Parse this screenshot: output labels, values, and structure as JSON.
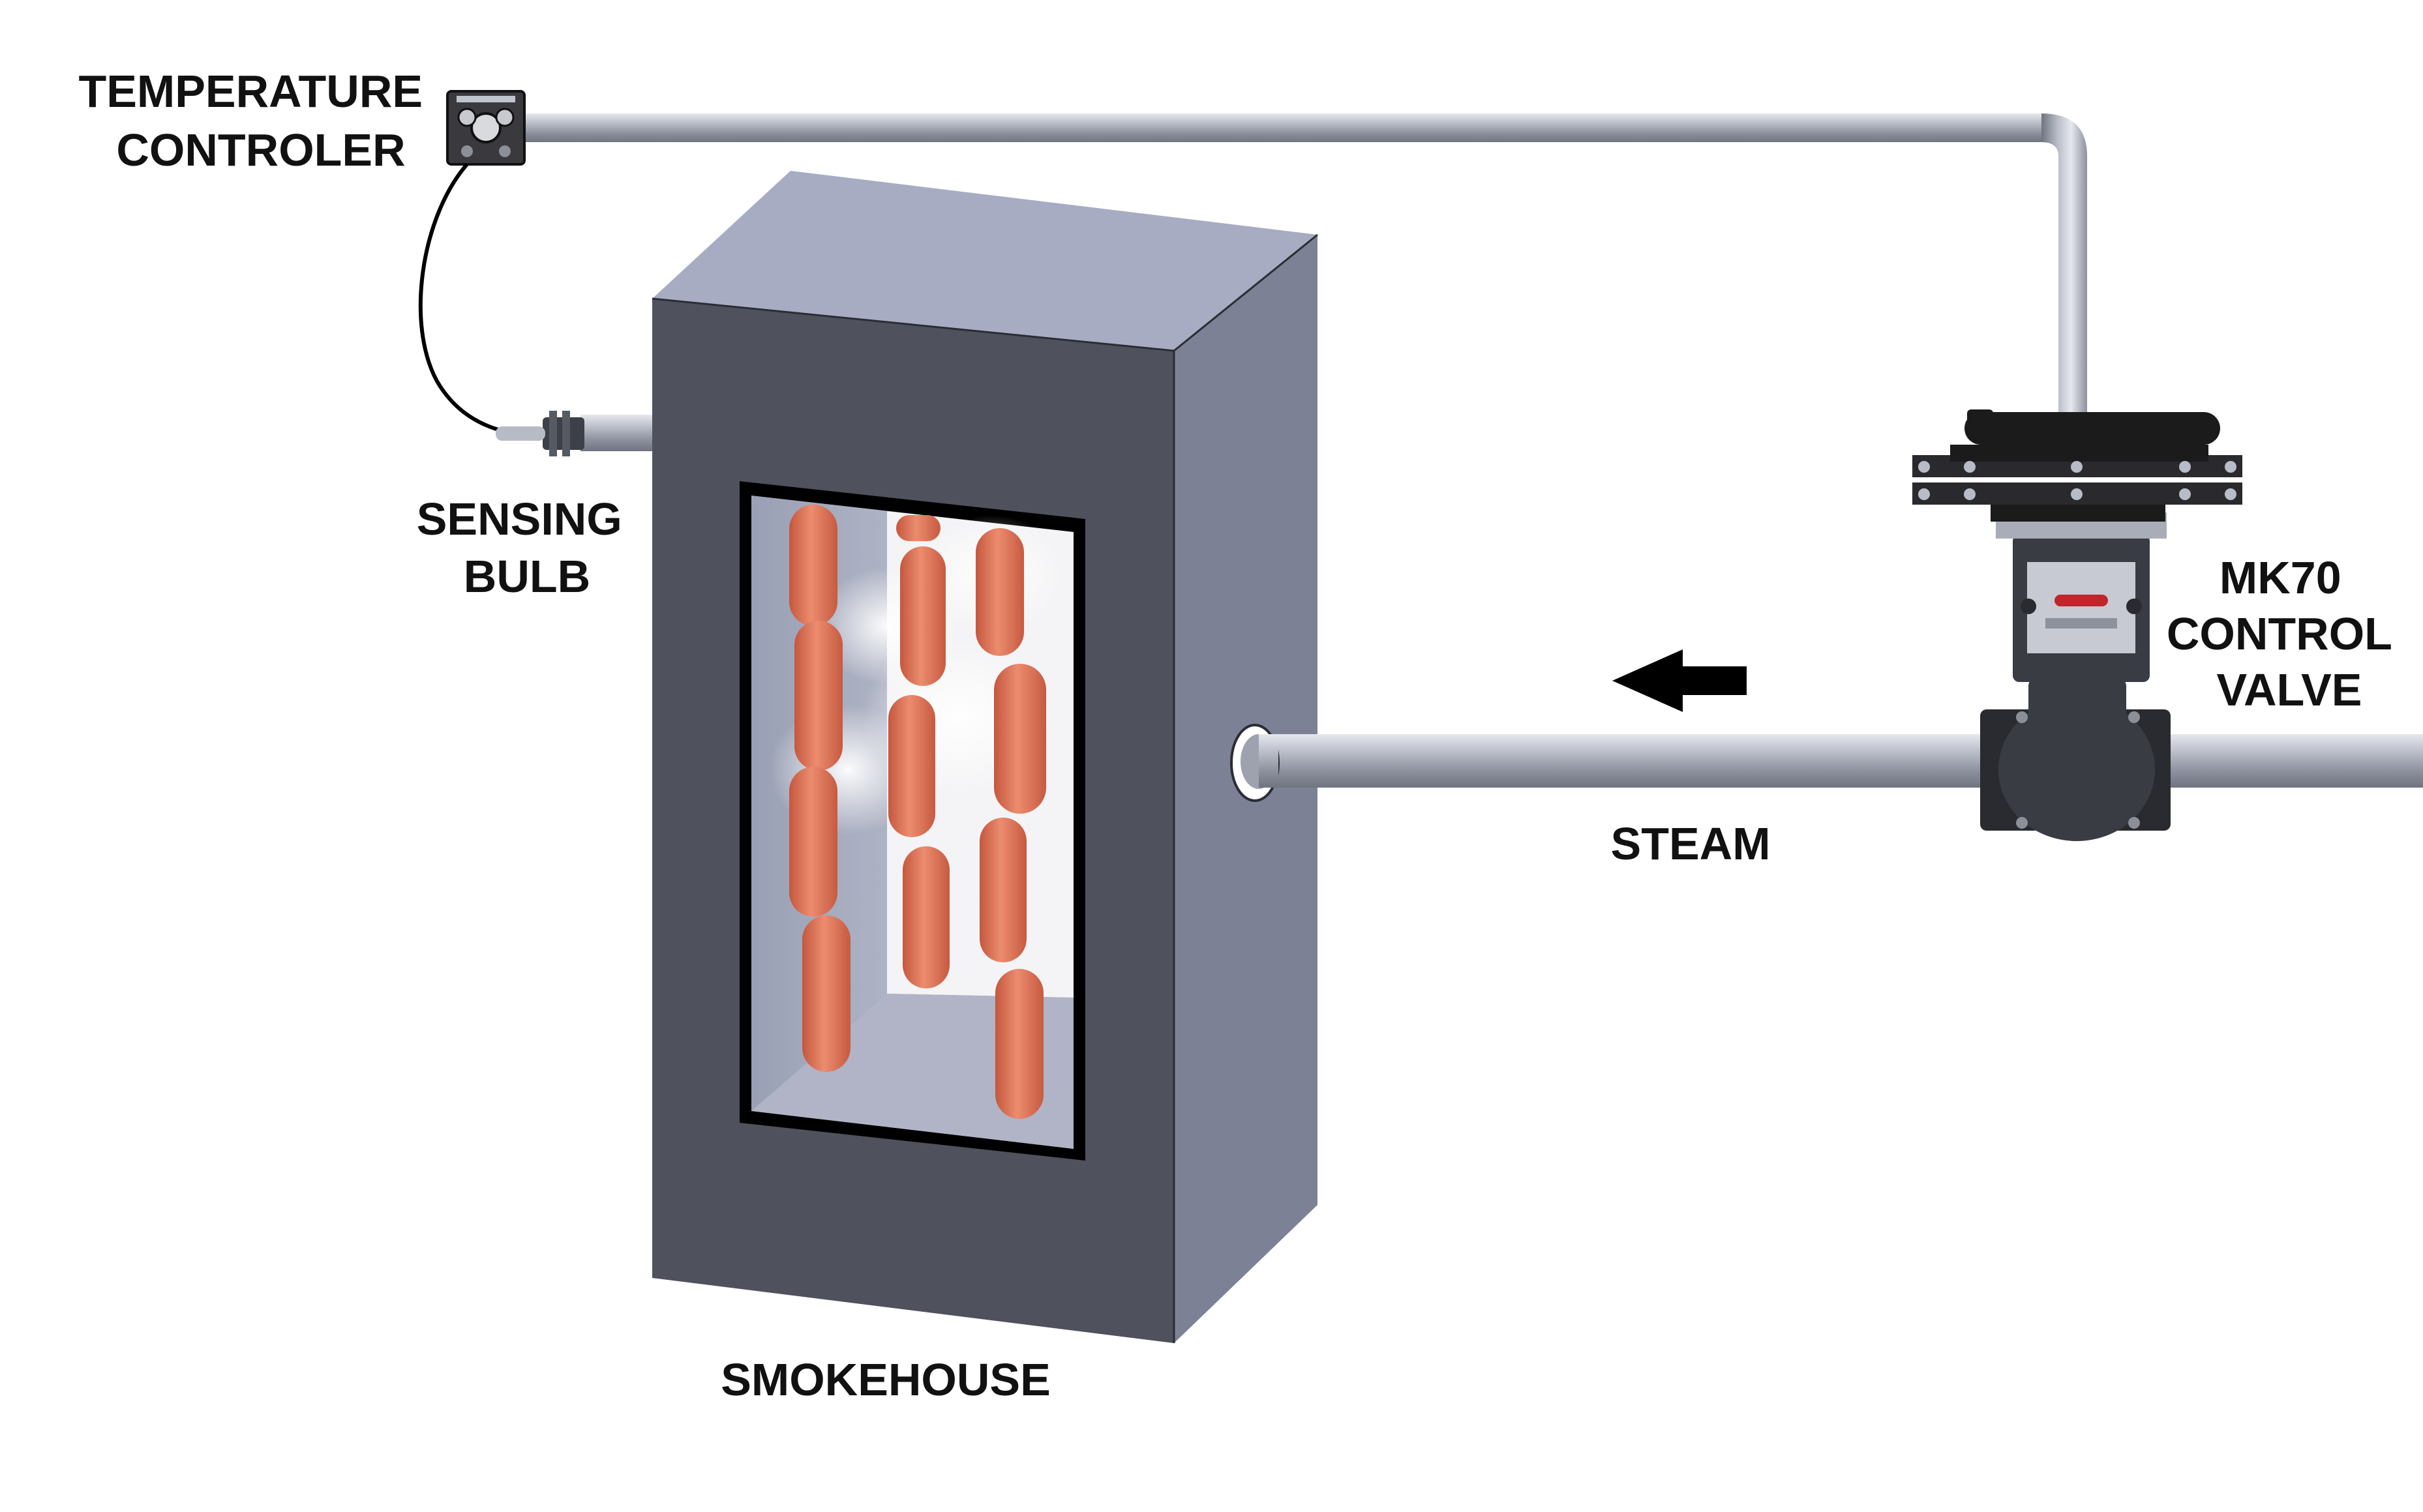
{
  "labels": {
    "temperature_controller": [
      "TEMPERATURE",
      "CONTROLER"
    ],
    "sensing_bulb": [
      "SENSING",
      "BULB"
    ],
    "control_valve": [
      "MK70",
      "CONTROL",
      "VALVE"
    ],
    "steam": "STEAM",
    "smokehouse": "SMOKEHOUSE"
  },
  "flow_direction": "left",
  "colors": {
    "box_top": "#a7acc3",
    "box_front": "#4f525d",
    "box_side": "#7c8196",
    "pipe": "#a3a8b5",
    "sausage": "#d9745a",
    "valve_actuator": "#1b1b1b",
    "valve_indicator": "#c0262c",
    "arrow": "#000000"
  },
  "icons": [
    "controller-gauge-icon",
    "sensing-bulb-icon",
    "control-valve-icon",
    "flow-arrow-icon"
  ]
}
